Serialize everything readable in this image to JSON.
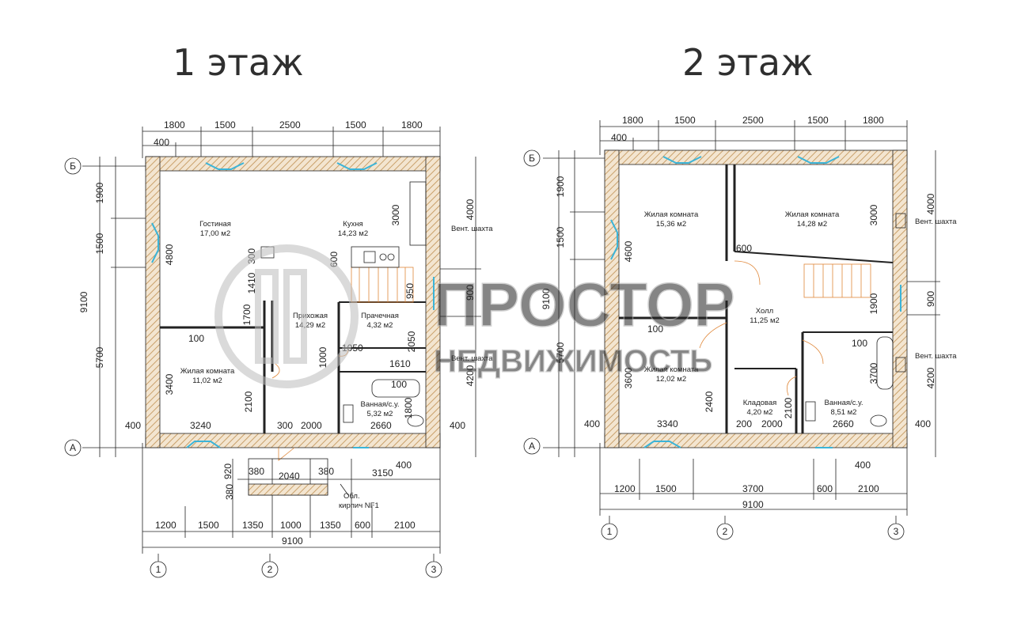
{
  "floor1": {
    "title": "1 этаж",
    "top_dims": [
      "1800",
      "1500",
      "2500",
      "1500",
      "1800"
    ],
    "wall": "400",
    "axis_labels": {
      "b": "Б",
      "a": "А",
      "n1": "1",
      "n2": "2",
      "n3": "3"
    },
    "left_dims": {
      "d1900": "1900",
      "d1500": "1500",
      "d5700": "5700",
      "total": "9100",
      "d4800": "4800",
      "d3400": "3400",
      "d400": "400"
    },
    "right_dims": {
      "d4000": "4000",
      "d900": "900",
      "d4200": "4200",
      "d400": "400"
    },
    "rooms": {
      "living": {
        "name": "Гостиная",
        "area": "17,00 м2"
      },
      "kitchen": {
        "name": "Кухня",
        "area": "14,23 м2"
      },
      "hall": {
        "name": "Прихожая",
        "area": "14,29 м2"
      },
      "laundry": {
        "name": "Прачечная",
        "area": "4,32 м2"
      },
      "bedroom": {
        "name": "Жилая комната",
        "area": "11,02 м2"
      },
      "bath": {
        "name": "Ванная/с.у.",
        "area": "5,32 м2"
      }
    },
    "vent": "Вент. шахта",
    "inner_dims": {
      "d3000": "3000",
      "d300": "300",
      "d1410": "1410",
      "d600": "600",
      "d950": "950",
      "d1700": "1700",
      "d1050": "1050",
      "d1610": "1610",
      "d100a": "100",
      "d100b": "100",
      "d1000": "1000",
      "d2100": "2100",
      "d2050": "2050",
      "d1800": "1800",
      "d3240": "3240",
      "d300b": "300",
      "d2000": "2000",
      "d2660": "2660",
      "d3150": "3150",
      "d400b": "400"
    },
    "porch": {
      "d920": "920",
      "d380a": "380",
      "d2040": "2040",
      "d380b": "380",
      "d380c": "380",
      "note1": "Обл.",
      "note2": "кирпич NF1"
    },
    "bottom_dims": [
      "1200",
      "1500",
      "1350",
      "1000",
      "1350",
      "600",
      "2100"
    ],
    "total": "9100"
  },
  "floor2": {
    "title": "2 этаж",
    "top_dims": [
      "1800",
      "1500",
      "2500",
      "1500",
      "1800"
    ],
    "wall": "400",
    "axis_labels": {
      "b": "Б",
      "a": "А",
      "n1": "1",
      "n2": "2",
      "n3": "3"
    },
    "left_dims": {
      "d1900": "1900",
      "d1500": "1500",
      "d5700": "5700",
      "total": "9100",
      "d4600": "4600",
      "d3600": "3600",
      "d400": "400"
    },
    "right_dims": {
      "d4000": "4000",
      "d900": "900",
      "d4200": "4200",
      "d400": "400"
    },
    "rooms": {
      "room1": {
        "name": "Жилая комната",
        "area": "15,36 м2"
      },
      "room2": {
        "name": "Жилая комната",
        "area": "14,28 м2"
      },
      "hall": {
        "name": "Холл",
        "area": "11,25 м2"
      },
      "room3": {
        "name": "Жилая комната",
        "area": "12,02 м2"
      },
      "storage": {
        "name": "Кладовая",
        "area": "4,20 м2"
      },
      "bath": {
        "name": "Ванная/с.у.",
        "area": "8,51 м2"
      }
    },
    "vent1": "Вент. шахта",
    "vent2": "Вент. шахта",
    "inner_dims": {
      "d3000": "3000",
      "d600": "600",
      "d100a": "100",
      "d100b": "100",
      "d1900": "1900",
      "d3700": "3700",
      "d2400": "2400",
      "d2100": "2100",
      "d3340": "3340",
      "d200": "200",
      "d2000": "2000",
      "d2660": "2660",
      "d400b": "400"
    },
    "bottom_dims": [
      "1200",
      "1500",
      "3700",
      "600",
      "2100"
    ],
    "total": "9100"
  },
  "watermark": {
    "line1": "ПРОСТОР",
    "line2": "НЕДВИЖИМОСТЬ"
  },
  "colors": {
    "wall_hatch": "#c9a06a",
    "window": "#3bb4d8",
    "stairs": "#e0883a",
    "line": "#222222",
    "watermark": "#bcbcbc"
  }
}
